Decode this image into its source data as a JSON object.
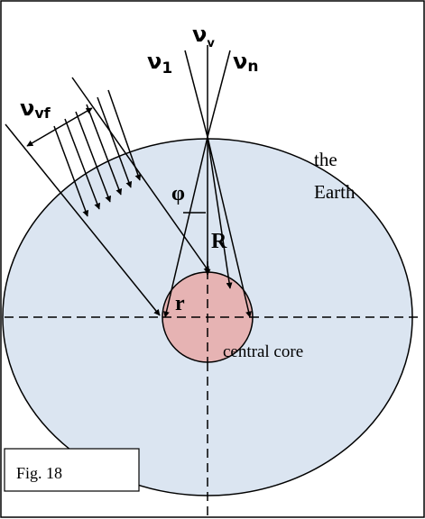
{
  "labels": {
    "nu_v_symbol": "ν",
    "nu_v_sub": "v",
    "nu_1_symbol": "ν",
    "nu_1_sub": "1",
    "nu_n_symbol": "ν",
    "nu_n_sub": "n",
    "nu_vf_symbol": "ν",
    "nu_vf_sub": "vf",
    "phi": "φ",
    "R": "R",
    "r": "r",
    "earth_line1": "the",
    "earth_line2": "Earth",
    "core": "central core",
    "fig_caption": "Fig. 18"
  },
  "colors": {
    "earth_fill": "#dbe5f1",
    "core_fill": "#e6b3b3",
    "stroke": "#000000",
    "background": "#ffffff"
  }
}
